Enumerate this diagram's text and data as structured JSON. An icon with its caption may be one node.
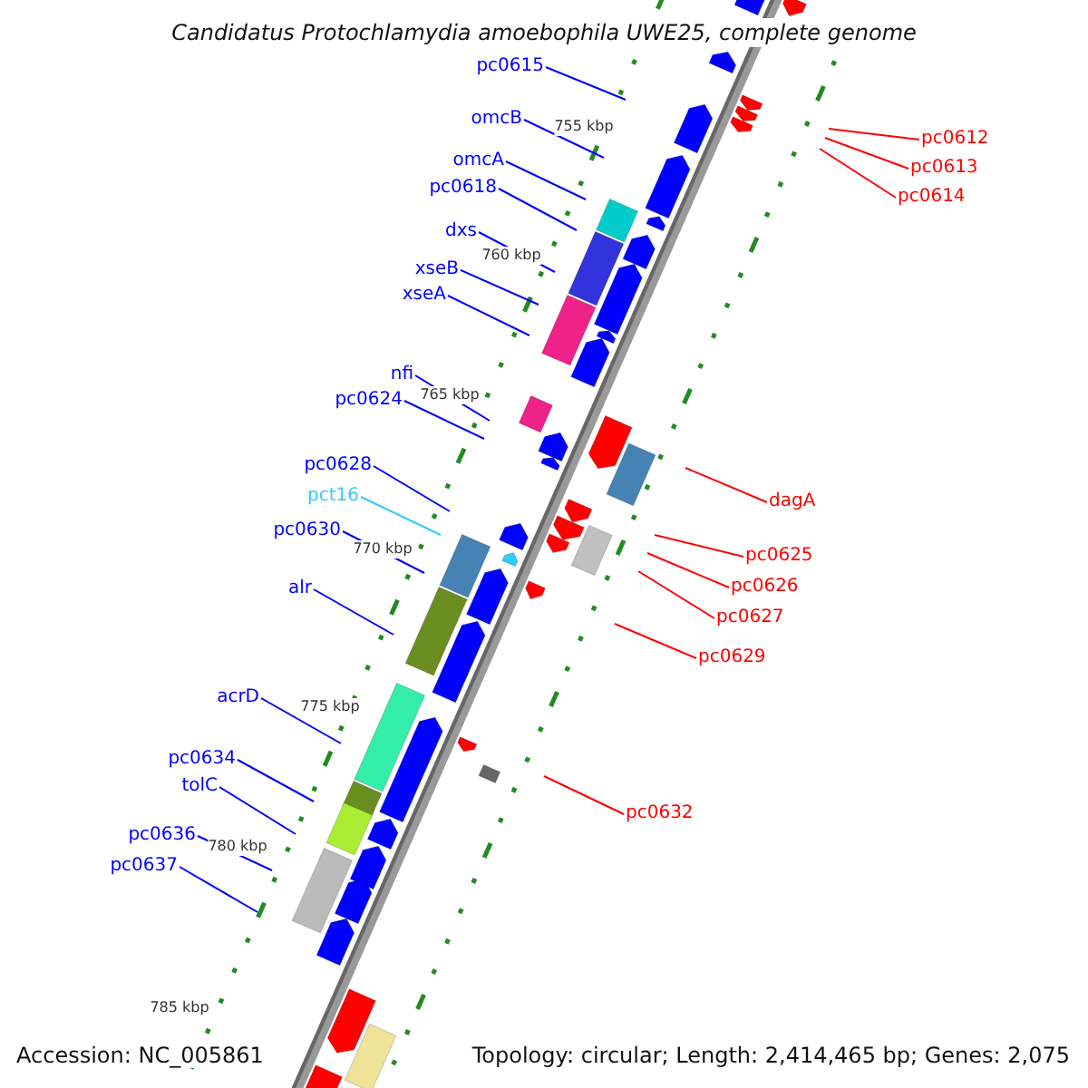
{
  "diagram": {
    "title": "Candidatus Protochlamydia amoebophila UWE25, complete genome",
    "nodes": [
      {
        "text": [
          "pc0615"
        ]
      },
      {
        "text": [
          "omcB"
        ]
      },
      {
        "text": [
          "pc0612"
        ]
      },
      {
        "text": [
          "omcA"
        ]
      },
      {
        "text": [
          "pc0613"
        ]
      },
      {
        "text": [
          "pc0618"
        ]
      },
      {
        "text": [
          "pc0614"
        ]
      },
      {
        "text": [
          "dxs"
        ]
      },
      {
        "text": [
          "xseB"
        ]
      },
      {
        "text": [
          "xseA"
        ]
      },
      {
        "text": [
          "nfi"
        ]
      },
      {
        "text": [
          "pc0624"
        ]
      },
      {
        "text": [
          "pc0628"
        ]
      },
      {
        "text": [
          "pct16"
        ]
      },
      {
        "text": [
          "dagA"
        ]
      },
      {
        "text": [
          "pc0630"
        ]
      },
      {
        "text": [
          "pc0625"
        ]
      },
      {
        "text": [
          "pc0626"
        ]
      },
      {
        "text": [
          "alr"
        ]
      },
      {
        "text": [
          "pc0627"
        ]
      },
      {
        "text": [
          "pc0629"
        ]
      },
      {
        "text": [
          "acrD"
        ]
      },
      {
        "text": [
          "pc0634"
        ]
      },
      {
        "text": [
          "tolC"
        ]
      },
      {
        "text": [
          "pc0632"
        ]
      },
      {
        "text": [
          "pc0636"
        ]
      },
      {
        "text": [
          "pc0637"
        ]
      }
    ],
    "edges": [
      {
        "from": 0,
        "to": null,
        "arrow": "none"
      },
      {
        "from": 1,
        "to": null,
        "arrow": "none"
      },
      {
        "from": 2,
        "to": null,
        "arrow": "none",
        "color": "#ff0000"
      },
      {
        "from": 3,
        "to": null,
        "arrow": "none"
      },
      {
        "from": 4,
        "to": null,
        "arrow": "none",
        "color": "#ff0000"
      },
      {
        "from": 5,
        "to": null,
        "arrow": "none"
      },
      {
        "from": 6,
        "to": null,
        "arrow": "none",
        "color": "#ff0000"
      },
      {
        "from": 7,
        "to": null,
        "arrow": "none"
      },
      {
        "from": 8,
        "to": null,
        "arrow": "none"
      },
      {
        "from": 9,
        "to": null,
        "arrow": "none"
      },
      {
        "from": 10,
        "to": null,
        "arrow": "none"
      },
      {
        "from": 11,
        "to": null,
        "arrow": "none"
      },
      {
        "from": 12,
        "to": null,
        "arrow": "none"
      },
      {
        "from": 13,
        "to": null,
        "arrow": "none",
        "color": "#33ccff"
      },
      {
        "from": 14,
        "to": null,
        "arrow": "none",
        "color": "#ff0000"
      },
      {
        "from": 15,
        "to": null,
        "arrow": "none"
      },
      {
        "from": 16,
        "to": null,
        "arrow": "none",
        "color": "#ff0000"
      },
      {
        "from": 17,
        "to": null,
        "arrow": "none",
        "color": "#ff0000"
      },
      {
        "from": 18,
        "to": null,
        "arrow": "none"
      },
      {
        "from": 19,
        "to": null,
        "arrow": "none",
        "color": "#ff0000"
      },
      {
        "from": 20,
        "to": null,
        "arrow": "none",
        "color": "#ff0000"
      },
      {
        "from": 21,
        "to": null,
        "arrow": "none"
      },
      {
        "from": 22,
        "to": null,
        "arrow": "none"
      },
      {
        "from": 23,
        "to": null,
        "arrow": "none"
      },
      {
        "from": 24,
        "to": null,
        "arrow": "none",
        "color": "#ff0000"
      },
      {
        "from": 25,
        "to": null,
        "arrow": "none"
      },
      {
        "from": 26,
        "to": null,
        "arrow": "none"
      }
    ],
    "labels": [
      "755 kbp",
      "760 kbp",
      "765 kbp",
      "770 kbp",
      "775 kbp",
      "780 kbp",
      "785 kbp",
      "Accession: NC_005861",
      "Topology: circular; Length: 2,414,465 bp; Genes: 2,075"
    ]
  }
}
